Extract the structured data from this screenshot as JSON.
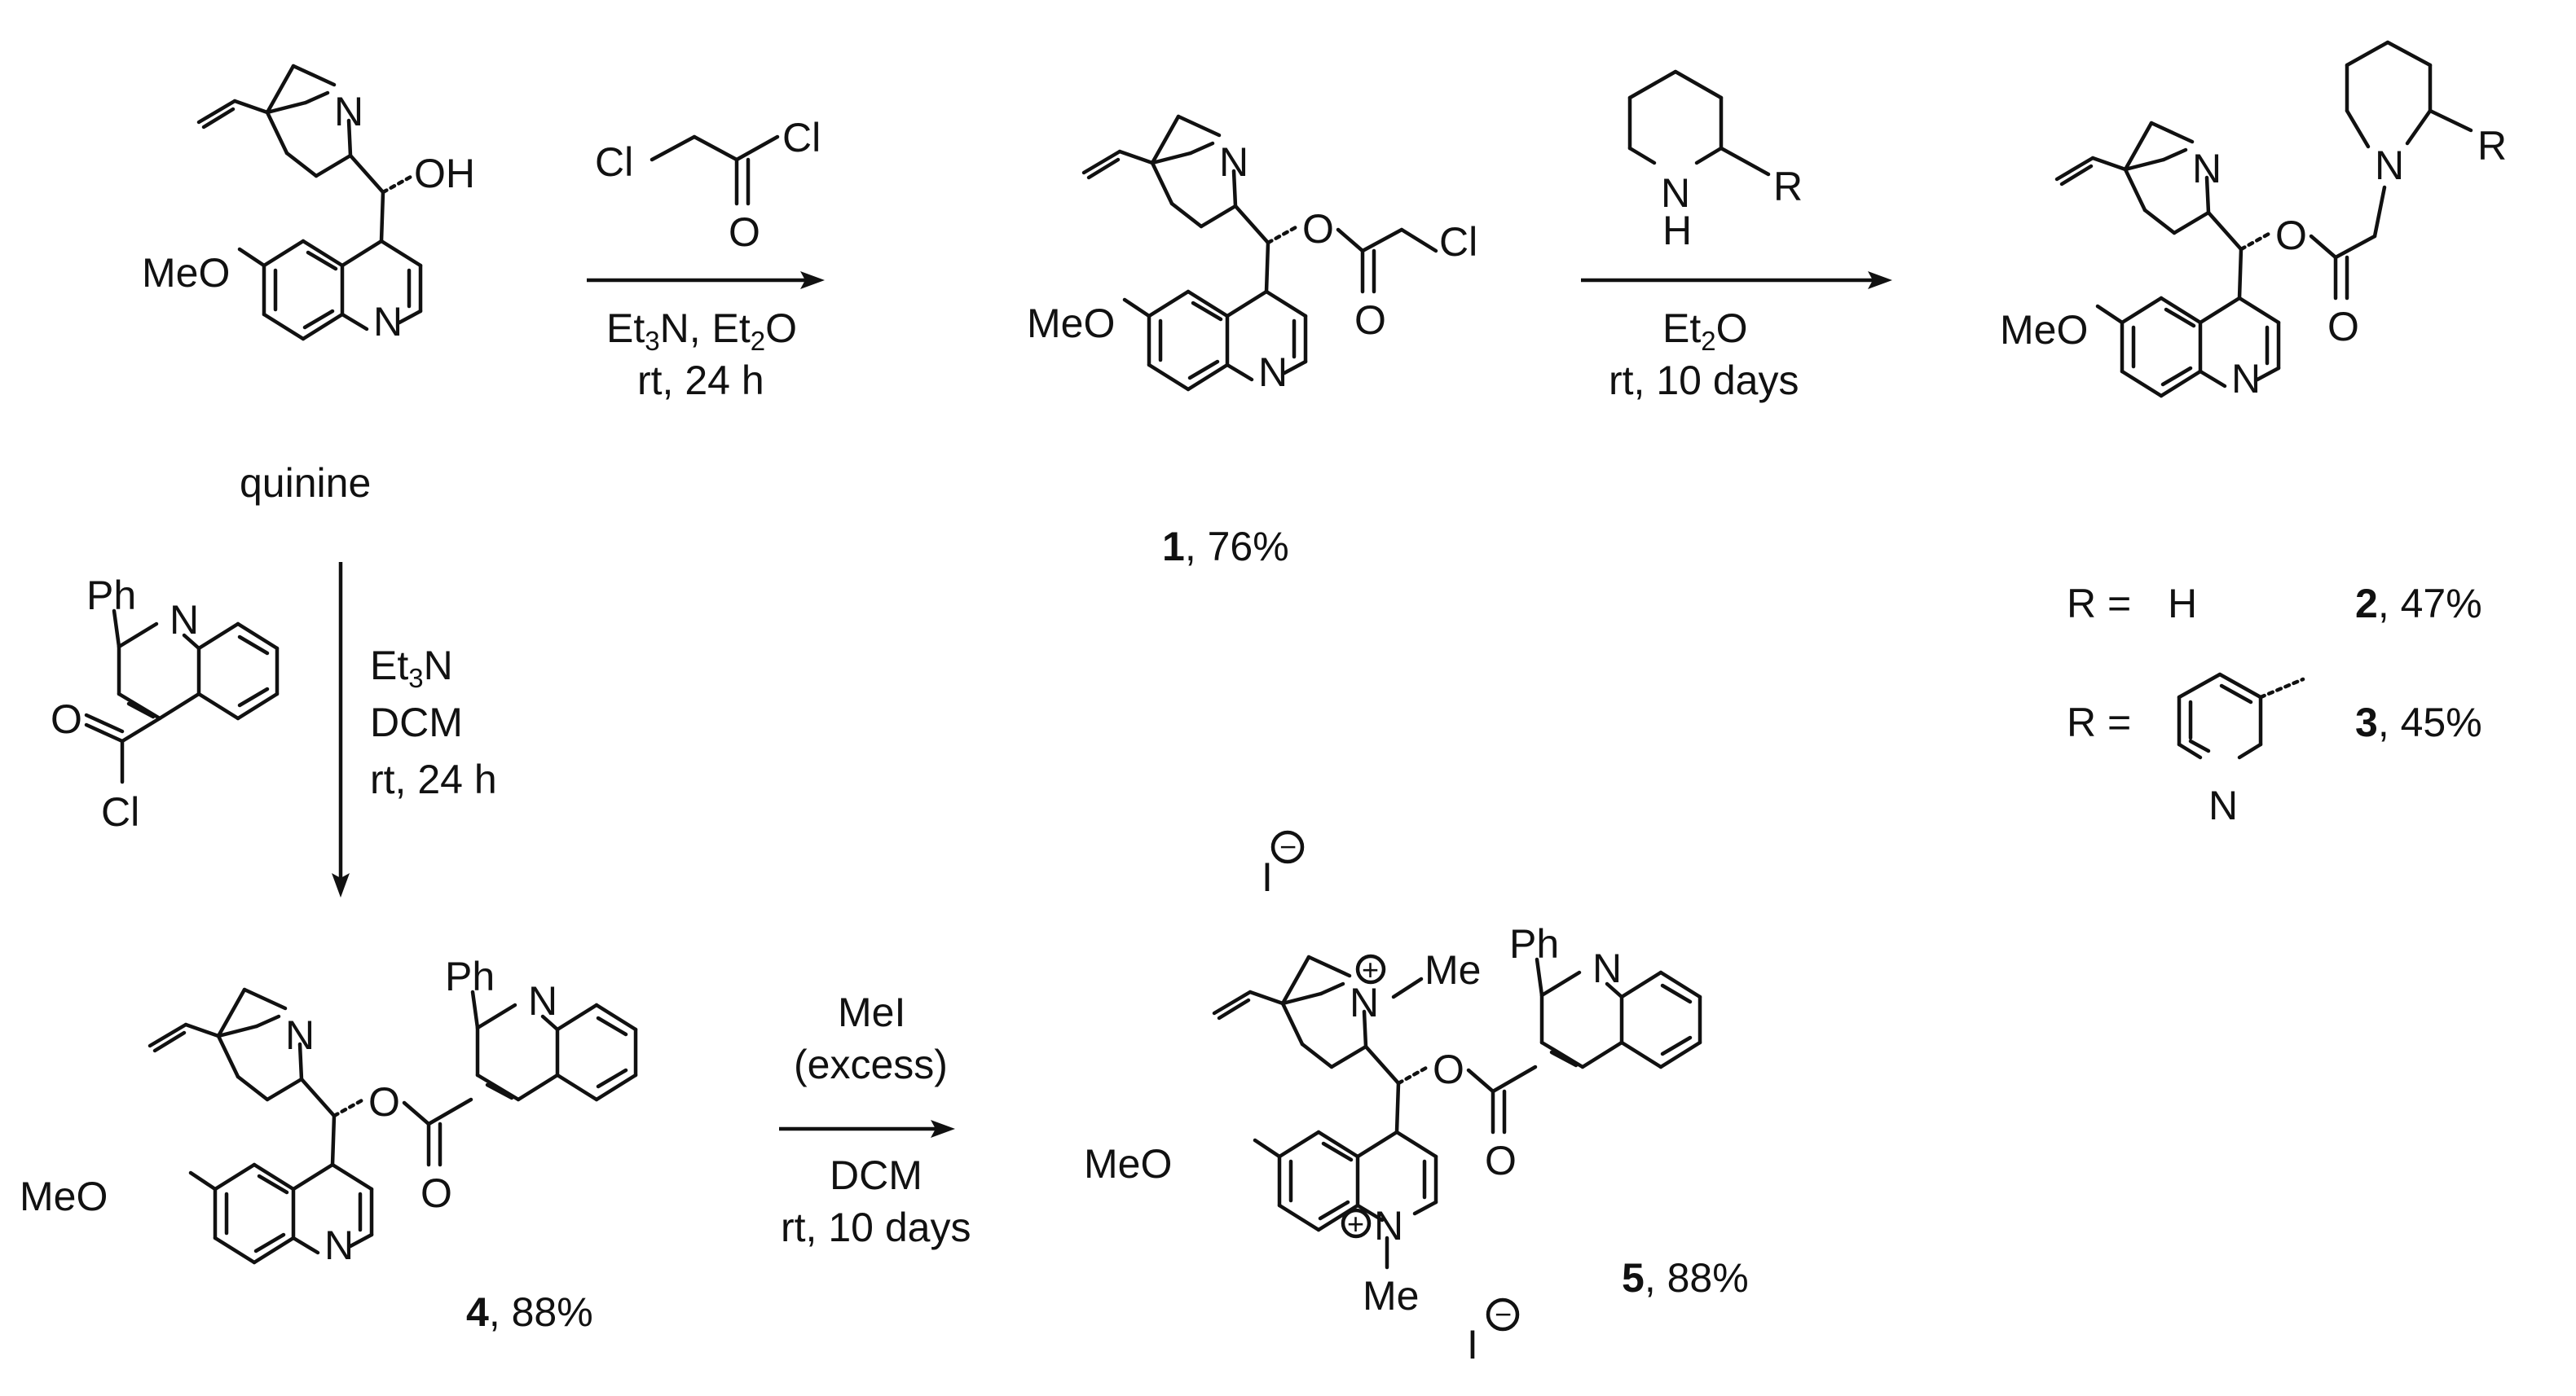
{
  "atoms": {
    "N": "N",
    "OH": "OH",
    "MeO": "MeO",
    "O": "O",
    "Cl": "Cl",
    "H": "H",
    "R": "R",
    "Ph": "Ph",
    "Me": "Me",
    "I": "I",
    "plus": "+",
    "minus": "−"
  },
  "compounds": {
    "quinine": {
      "label": "quinine"
    },
    "c1": {
      "number": "1",
      "yield": ", 76%"
    },
    "c2": {
      "r_prefix": "R =",
      "r_value": "H",
      "number": "2",
      "yield": ", 47%"
    },
    "c3": {
      "r_prefix": "R =",
      "number": "3",
      "yield": ", 45%"
    },
    "c4": {
      "number": "4",
      "yield": ", 88%"
    },
    "c5": {
      "number": "5",
      "yield": ", 88%"
    }
  },
  "reactions": {
    "r1": {
      "line1_a": "Et",
      "line1_sub1": "3",
      "line1_b": "N, Et",
      "line1_sub2": "2",
      "line1_c": "O",
      "line2": "rt, 24 h"
    },
    "r2": {
      "line1_a": "Et",
      "line1_sub": "2",
      "line1_b": "O",
      "line2": "rt, 10 days"
    },
    "r3": {
      "line1_a": "Et",
      "line1_sub": "3",
      "line1_b": "N",
      "line2": "DCM",
      "line3": "rt, 24 h"
    },
    "r4": {
      "line1": "MeI",
      "line2": "(excess)",
      "line3": "DCM",
      "line4": "rt, 10 days"
    }
  }
}
